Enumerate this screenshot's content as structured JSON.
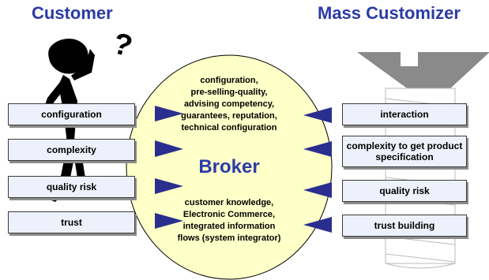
{
  "titles": {
    "customer": "Customer",
    "mass_customizer": "Mass Customizer"
  },
  "broker": {
    "label": "Broker",
    "top_lines": [
      "configuration,",
      "pre-selling-quality,",
      "advising competency,",
      "guarantees, reputation,",
      "technical configuration"
    ],
    "bottom_lines": [
      "customer knowledge,",
      "Electronic Commerce,",
      "integrated information",
      "flows (system integrator)"
    ]
  },
  "customer_items": [
    "configuration",
    "complexity",
    "quality risk",
    "trust"
  ],
  "customizer_items": [
    "interaction",
    "complexity to get product specification",
    "quality risk",
    "trust building"
  ],
  "figure": {
    "question_mark": "?"
  },
  "colors": {
    "title": "#2b3aa8",
    "arrow": "#2a2f8f",
    "ellipse_fill": "#ffffc8",
    "box_fill": "#eef1fb",
    "screw": "#8a8a8a"
  }
}
